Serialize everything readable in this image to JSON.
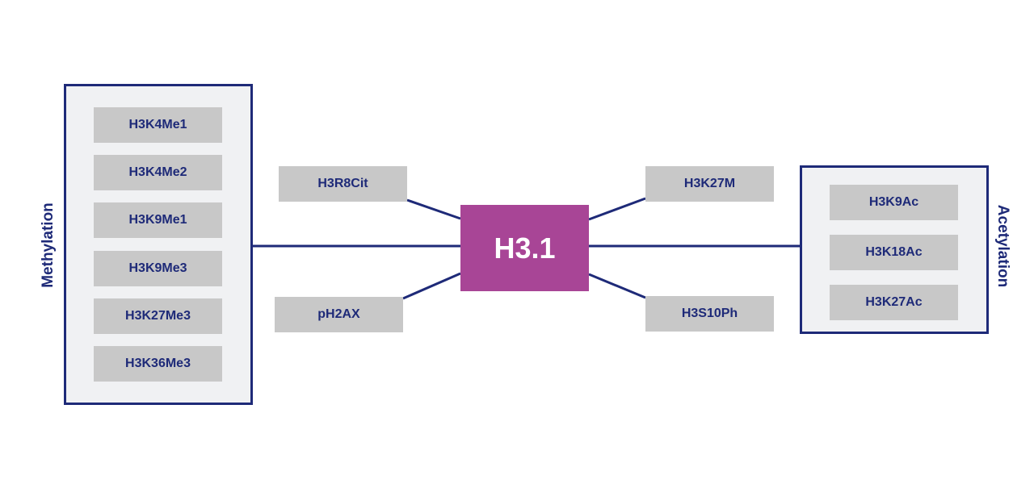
{
  "center": {
    "label": "H3.1"
  },
  "methylation": {
    "label": "Methylation",
    "items": [
      "H3K4Me1",
      "H3K4Me2",
      "H3K9Me1",
      "H3K9Me3",
      "H3K27Me3",
      "H3K36Me3"
    ]
  },
  "acetylation": {
    "label": "Acetylation",
    "items": [
      "H3K9Ac",
      "H3K18Ac",
      "H3K27Ac"
    ]
  },
  "satellites": {
    "top_left": "H3R8Cit",
    "bottom_left": "pH2AX",
    "top_right": "H3K27M",
    "bottom_right": "H3S10Ph"
  },
  "colors": {
    "line": "#1e2a78",
    "center": "#a84596",
    "chip": "#c8c8c8",
    "group_fill": "#f0f1f3"
  }
}
